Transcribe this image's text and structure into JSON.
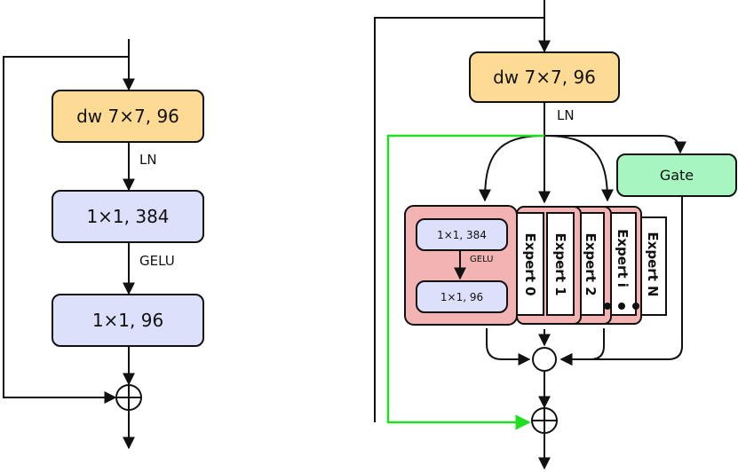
{
  "left_block": {
    "dw_conv": "dw 7×7, 96",
    "norm": "LN",
    "expand": "1×1, 384",
    "activation": "GELU",
    "project": "1×1, 96"
  },
  "right_block": {
    "dw_conv": "dw 7×7, 96",
    "norm": "LN",
    "gate": "Gate",
    "expert_inner": {
      "expand": "1×1, 384",
      "activation": "GELU",
      "project": "1×1, 96"
    },
    "experts": [
      "Expert 0",
      "Expert 1",
      "Expert 2",
      "Expert i",
      "Expert N"
    ]
  },
  "colors": {
    "conv_fill": "#fddb94",
    "mlp_fill": "#dde0fb",
    "gate_fill": "#a7f5c0",
    "expert_fill": "#f4b3b3",
    "skip_highlight": "#22dd22"
  }
}
